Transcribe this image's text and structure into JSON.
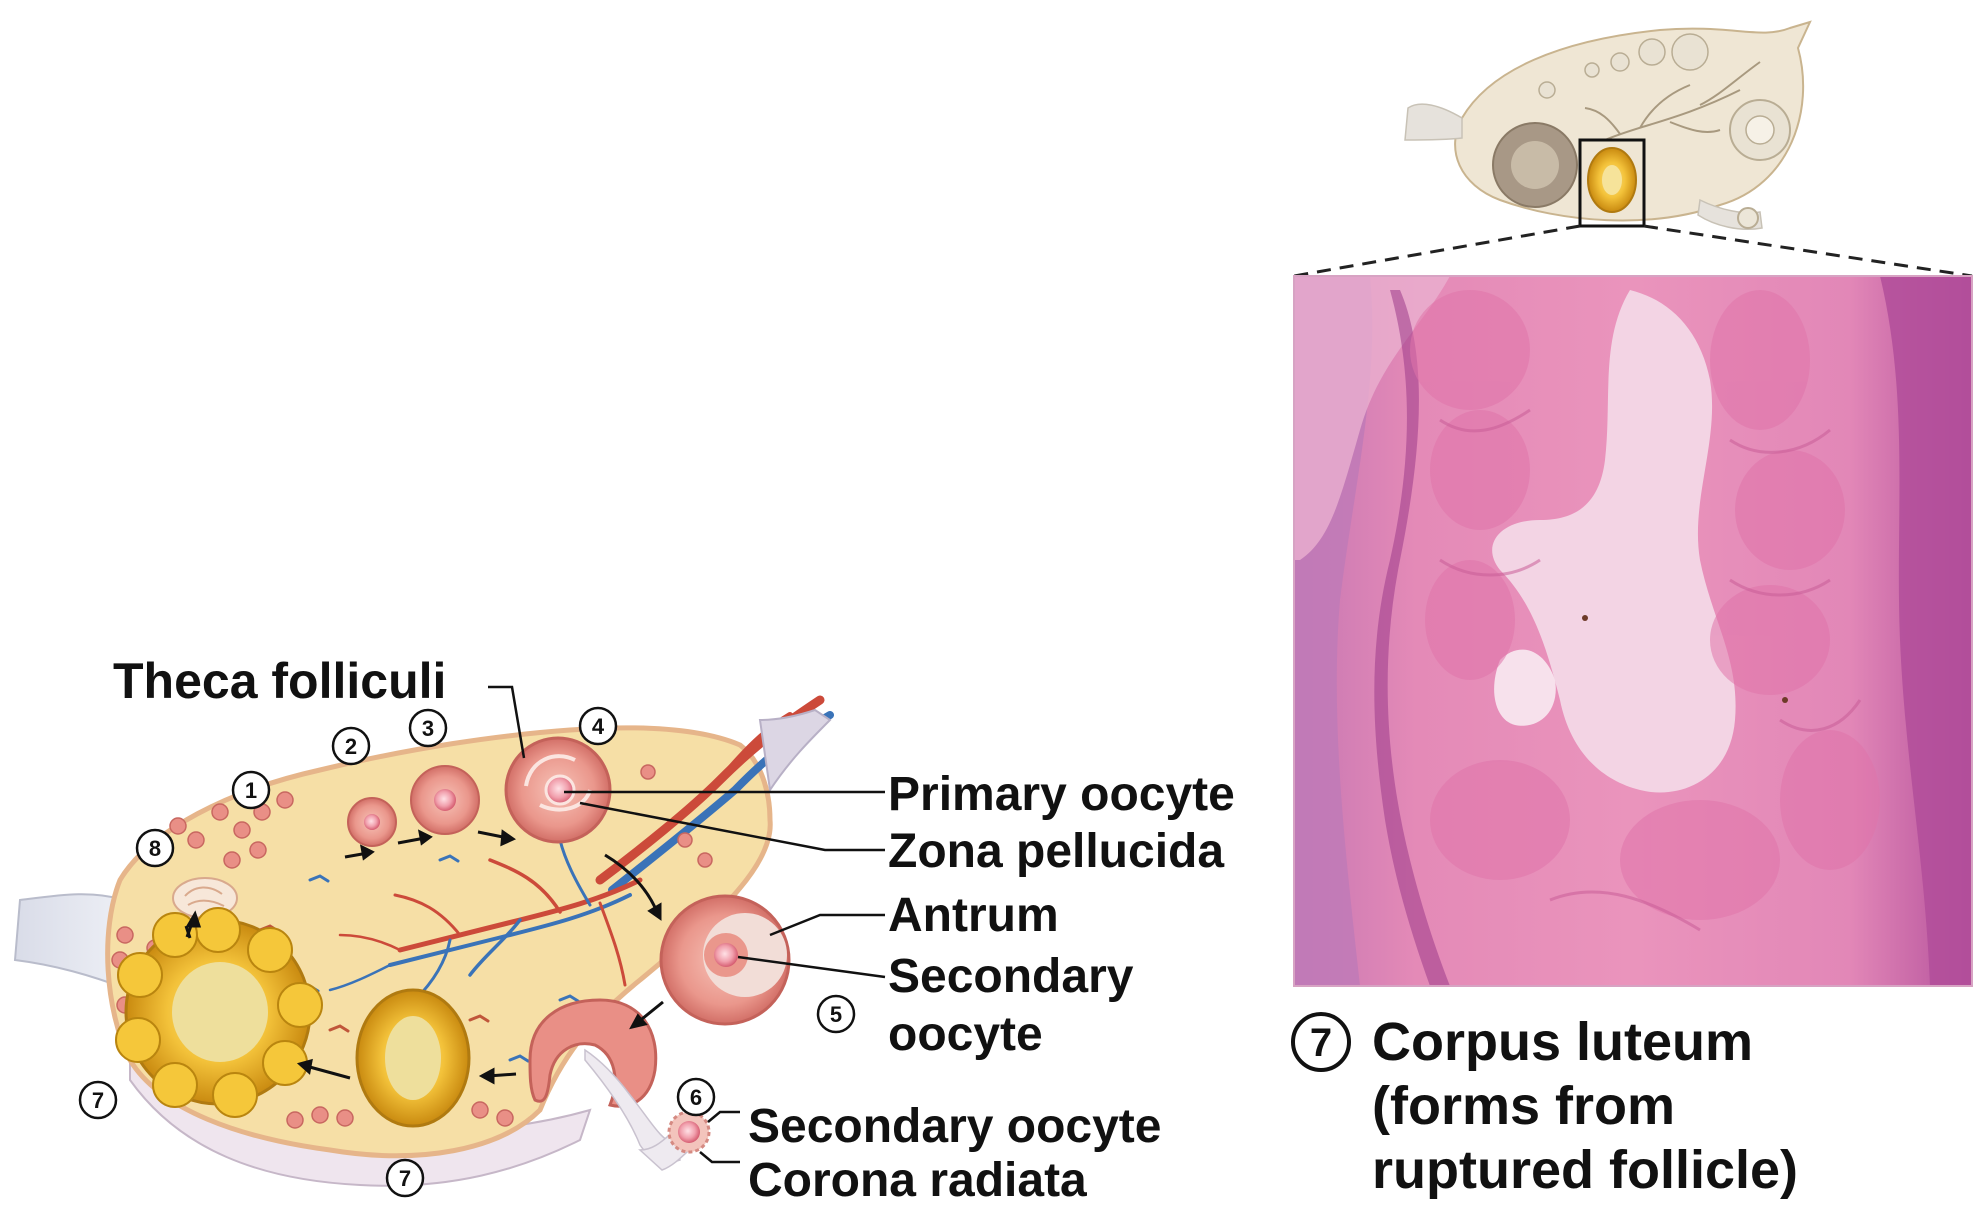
{
  "labels": {
    "theca_folliculi": "Theca folliculi",
    "primary_oocyte": "Primary oocyte",
    "zona_pellucida": "Zona pellucida",
    "antrum": "Antrum",
    "secondary_oocyte_line1": "Secondary",
    "secondary_oocyte_line2": "oocyte",
    "released_secondary_oocyte": "Secondary oocyte",
    "corona_radiata": "Corona radiata"
  },
  "stage_numbers": {
    "n1": "1",
    "n2": "2",
    "n3": "3",
    "n4": "4",
    "n5": "5",
    "n6": "6",
    "n7a": "7",
    "n7b": "7",
    "n8": "8"
  },
  "caption": {
    "number": "7",
    "line1": "Corpus luteum",
    "line2": "(forms from",
    "line3": "ruptured follicle)"
  },
  "colors": {
    "ovary_fill": "#f6dfa6",
    "ovary_edge": "#e6b58a",
    "follicle_pink": "#e98f86",
    "corpus_luteum_yellow": "#f0b81c",
    "histology_pink": "#e283b2",
    "histology_purple": "#b44f9a",
    "vessel_red": "#cc4a3a",
    "vessel_blue": "#3a73b8"
  }
}
